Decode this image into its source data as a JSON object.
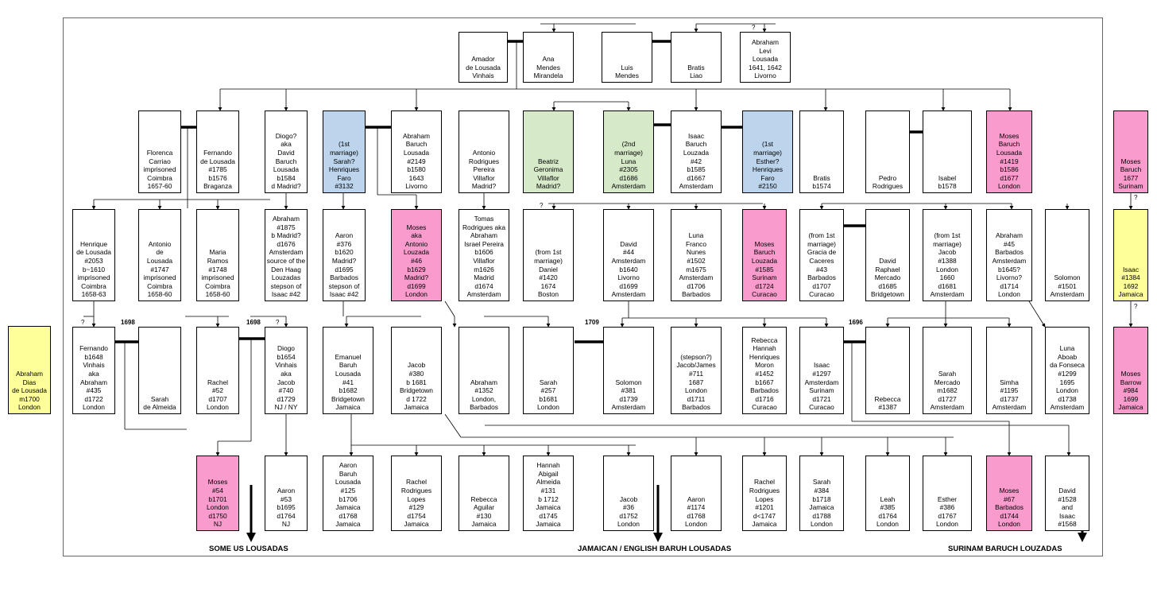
{
  "people": {
    "amador": {
      "lines": [
        "Amador",
        "de Lousada",
        "Vinhais"
      ]
    },
    "ana": {
      "lines": [
        "Ana",
        "Mendes",
        "Mirandela"
      ]
    },
    "luis": {
      "lines": [
        "Luis",
        "Mendes"
      ]
    },
    "bratis_liao": {
      "lines": [
        "Bratis",
        "Liao"
      ]
    },
    "abraham_levi": {
      "lines": [
        "Abraham",
        "Levi",
        "Lousada",
        "1641, 1642",
        "Livorno"
      ]
    },
    "florenca": {
      "lines": [
        "Florenca",
        "Carriao",
        "imprisoned",
        "Coimbra",
        "1657-60"
      ]
    },
    "fernando1785": {
      "lines": [
        "Fernando",
        "de Lousada",
        "#1785",
        "b1576",
        "Braganza"
      ]
    },
    "diogo_david": {
      "lines": [
        "Diogo?",
        "aka",
        "David",
        "Baruch",
        "Lousada",
        "b1584",
        "d Madrid?"
      ]
    },
    "sarah3132": {
      "lines": [
        "(1st",
        "marriage)",
        "Sarah?",
        "Henriques",
        "Faro",
        "#3132"
      ],
      "fill": "blue"
    },
    "abraham2149": {
      "lines": [
        "Abraham",
        "Baruch",
        "Lousada",
        "#2149",
        "b1580",
        "1643",
        "Livorno"
      ]
    },
    "antonio_pereira": {
      "lines": [
        "Antonio",
        "Rodrigues",
        "Pereira",
        "Villaflor",
        "Madrid?"
      ]
    },
    "beatriz": {
      "lines": [
        "Beatriz",
        "Geronima",
        "Villaflor",
        "Madrid?"
      ],
      "fill": "green"
    },
    "luna2305": {
      "lines": [
        "(2nd",
        "marriage)",
        "Luna",
        "#2305",
        "d1686",
        "Amsterdam"
      ],
      "fill": "green"
    },
    "isaac42": {
      "lines": [
        "Isaac",
        "Baruch",
        "Louzada",
        "#42",
        "b1585",
        "d1667",
        "Amsterdam"
      ]
    },
    "esther2150": {
      "lines": [
        "(1st",
        "marriage)",
        "Esther?",
        "Henriques",
        "Faro",
        "#2150"
      ],
      "fill": "blue"
    },
    "bratis1574": {
      "lines": [
        "Bratis",
        "b1574"
      ]
    },
    "pedro": {
      "lines": [
        "Pedro",
        "Rodrigues"
      ]
    },
    "isabel": {
      "lines": [
        "Isabel",
        "b1578"
      ]
    },
    "moses1419": {
      "lines": [
        "Moses",
        "Baruch",
        "Lousada",
        "#1419",
        "b1586",
        "d1677",
        "London"
      ],
      "fill": "pink"
    },
    "moses_suriname": {
      "lines": [
        "Moses",
        "Baruch",
        "1677",
        "Surinam"
      ],
      "fill": "pink"
    },
    "henrique": {
      "lines": [
        "Henrique",
        "de Lousada",
        "#2053",
        "b~1610",
        "imprisoned",
        "Coimbra",
        "1658-63"
      ]
    },
    "antonio1747": {
      "lines": [
        "Antonio",
        "de",
        "Lousada",
        "#1747",
        "imprisoned",
        "Coimbra",
        "1658-60"
      ]
    },
    "maria": {
      "lines": [
        "Maria",
        "Ramos",
        "#1748",
        "imprisoned",
        "Coimbra",
        "1658-60"
      ]
    },
    "abraham1875": {
      "lines": [
        "Abraham",
        "#1875",
        "b Madrid?",
        "d1676",
        "Amsterdam",
        "source of the",
        "Den Haag",
        "Louzadas",
        "stepson of",
        "Isaac #42"
      ]
    },
    "aaron376": {
      "lines": [
        "Aaron",
        "#376",
        "b1620",
        "Madrid?",
        "d1695",
        "Barbados",
        "stepson of",
        "Isaac #42"
      ]
    },
    "moses46": {
      "lines": [
        "Moses",
        "aka",
        "Antonio",
        "Louzada",
        "#46",
        "b1629",
        "Madrid?",
        "d1699",
        "London"
      ],
      "fill": "pink"
    },
    "tomas": {
      "lines": [
        "Tomas",
        "Rodrigues aka",
        "Abraham",
        "Israel Pereira",
        "b1606",
        "Villaflor",
        "m1626",
        "Madrid",
        "d1674",
        "Amsterdam"
      ]
    },
    "daniel": {
      "lines": [
        "(from 1st",
        "marriage)",
        "Daniel",
        "#1420",
        "1674",
        "Boston"
      ]
    },
    "david44": {
      "lines": [
        "David",
        "#44",
        "Amsterdam",
        "b1640",
        "Livorno",
        "d1699",
        "Amsterdam"
      ]
    },
    "luna1502": {
      "lines": [
        "Luna",
        "Franco",
        "Nunes",
        "#1502",
        "m1675",
        "Amsterdam",
        "d1706",
        "Barbados"
      ]
    },
    "moses1585": {
      "lines": [
        "Moses",
        "Baruch",
        "Louzada",
        "#1585",
        "Surinam",
        "d1724",
        "Curacao"
      ],
      "fill": "pink"
    },
    "gracia": {
      "lines": [
        "(from 1st",
        "marriage)",
        "Gracia de",
        "Caceres",
        "#43",
        "Barbados",
        "d1707",
        "Curacao"
      ]
    },
    "david_mercado": {
      "lines": [
        "David",
        "Raphael",
        "Mercado",
        "d1685",
        "Bridgetown"
      ]
    },
    "jacob1388": {
      "lines": [
        "(from 1st",
        "marriage)",
        "Jacob",
        "#1388",
        "London",
        "1660",
        "d1681",
        "Amsterdam"
      ]
    },
    "abraham45": {
      "lines": [
        "Abraham",
        "#45",
        "Barbados",
        "Amsterdam",
        "b1645?",
        "Livorno?",
        "d1714",
        "London"
      ]
    },
    "solomon1501": {
      "lines": [
        "Solomon",
        "#1501",
        "Amsterdam"
      ]
    },
    "isaac1384": {
      "lines": [
        "Isaac",
        "#1384",
        "1692",
        "Jamaica"
      ],
      "fill": "yellow"
    },
    "abraham_dias": {
      "lines": [
        "Abraham",
        "Dias",
        "de Lousada",
        "m1700",
        "London"
      ],
      "fill": "yellow"
    },
    "fernando435": {
      "lines": [
        "Fernando",
        "b1648",
        "Vinhais",
        "aka",
        "Abraham",
        "#435",
        "d1722",
        "London"
      ]
    },
    "sarah_almeida": {
      "lines": [
        "Sarah",
        "de Almeida"
      ]
    },
    "rachel52": {
      "lines": [
        "Rachel",
        "#52",
        "d1707",
        "London"
      ]
    },
    "diogo740": {
      "lines": [
        "Diogo",
        "b1654",
        "Vinhais",
        "aka",
        "Jacob",
        "#740",
        "d1729",
        "NJ / NY"
      ]
    },
    "emanuel": {
      "lines": [
        "Emanuel",
        "Baruh",
        "Lousada",
        "#41",
        "b1682",
        "Bridgetown",
        "Jamaica"
      ]
    },
    "jacob380": {
      "lines": [
        "Jacob",
        "#380",
        "b 1681",
        "Bridgetown",
        "d 1722",
        "Jamaica"
      ]
    },
    "abraham1352": {
      "lines": [
        "Abraham",
        "#1352",
        "London,",
        "Barbados"
      ]
    },
    "sarah257": {
      "lines": [
        "Sarah",
        "#257",
        "b1681",
        "London"
      ]
    },
    "solomon381": {
      "lines": [
        "Solomon",
        "#381",
        "d1739",
        "Amsterdam"
      ]
    },
    "jacob711": {
      "lines": [
        "(stepson?)",
        "Jacob/James",
        "#711",
        "1687",
        "London",
        "d1711",
        "Barbados"
      ]
    },
    "rebecca1452": {
      "lines": [
        "Rebecca",
        "Hannah",
        "Henriques",
        "Moron",
        "#1452",
        "b1667",
        "Barbados",
        "d1716",
        "Curacao"
      ]
    },
    "isaac1297": {
      "lines": [
        "Isaac",
        "#1297",
        "Amsterdam",
        "Surinam",
        "d1721",
        "Curacao"
      ]
    },
    "rebecca1387": {
      "lines": [
        "Rebecca",
        "#1387"
      ]
    },
    "sarah_mercado": {
      "lines": [
        "Sarah",
        "Mercado",
        "m1682",
        "d1727",
        "Amsterdam"
      ]
    },
    "simha": {
      "lines": [
        "Simha",
        "#1195",
        "d1737",
        "Amsterdam"
      ]
    },
    "luna1299": {
      "lines": [
        "Luna",
        "Aboab",
        "da Fonseca",
        "#1299",
        "1695",
        "London",
        "d1738",
        "Amsterdam"
      ]
    },
    "moses_barrow": {
      "lines": [
        "Moses",
        "Barrow",
        "#984",
        "1699",
        "Jamaica"
      ],
      "fill": "pink"
    },
    "moses54": {
      "lines": [
        "Moses",
        "#54",
        "b1701",
        "London",
        "d1750",
        "NJ"
      ],
      "fill": "pink"
    },
    "aaron53": {
      "lines": [
        "Aaron",
        "#53",
        "b1695",
        "d1764",
        "NJ"
      ]
    },
    "aaron125": {
      "lines": [
        "Aaron",
        "Baruh",
        "Lousada",
        "#125",
        "b1706",
        "Jamaica",
        "d1768",
        "Jamaica"
      ]
    },
    "rachel129": {
      "lines": [
        "Rachel",
        "Rodrigues",
        "Lopes",
        "#129",
        "d1754",
        "Jamaica"
      ]
    },
    "rebecca130": {
      "lines": [
        "Rebecca",
        "Aguilar",
        "#130",
        "Jamaica"
      ]
    },
    "hannah131": {
      "lines": [
        "Hannah",
        "Abigail",
        "Almeida",
        "#131",
        "b 1712",
        "Jamaica",
        "d1745",
        "Jamaica"
      ]
    },
    "jacob36": {
      "lines": [
        "Jacob",
        "#36",
        "d1752",
        "London"
      ]
    },
    "aaron1174": {
      "lines": [
        "Aaron",
        "#1174",
        "d1768",
        "London"
      ]
    },
    "rachel1201": {
      "lines": [
        "Rachel",
        "Rodrigues",
        "Lopes",
        "#1201",
        "d<1747",
        "Jamaica"
      ]
    },
    "sarah384": {
      "lines": [
        "Sarah",
        "#384",
        "b1718",
        "Jamaica",
        "d1788",
        "London"
      ]
    },
    "leah": {
      "lines": [
        "Leah",
        "#385",
        "d1764",
        "London"
      ]
    },
    "esther386": {
      "lines": [
        "Esther",
        "#386",
        "d1767",
        "London"
      ]
    },
    "moses67": {
      "lines": [
        "Moses",
        "#67",
        "Barbados",
        "d1744",
        "London"
      ],
      "fill": "pink"
    },
    "david1528": {
      "lines": [
        "David",
        "#1528",
        "and",
        "Isaac",
        "#1568"
      ]
    }
  },
  "marriage_years": {
    "m1698a": "1698",
    "m1698b": "1698",
    "m1709": "1709",
    "m1696": "1696"
  },
  "uncertain_mark": "?",
  "footers": {
    "us": "SOME US LOUSADAS",
    "jamaica": "JAMAICAN / ENGLISH BARUH LOUSADAS",
    "surinam": "SURINAM BARUCH LOUZADAS"
  },
  "colors": {
    "pink": "#f99ccd",
    "blue": "#bcd4ec",
    "green": "#d6e9c9",
    "yellow": "#ffff99"
  }
}
